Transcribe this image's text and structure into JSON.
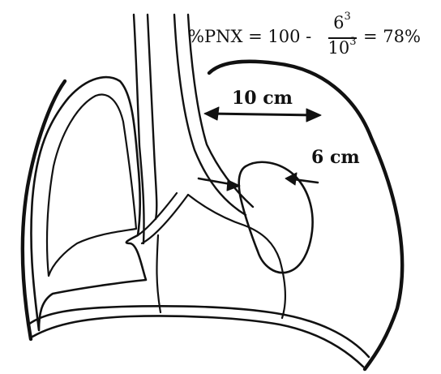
{
  "formula": {
    "lhs": "%PNX = 100 -",
    "numerator_base": "6",
    "numerator_exp": "3",
    "denominator_base": "10",
    "denominator_exp": "3",
    "rhs": "= 78%"
  },
  "measurements": {
    "long_label": "10 cm",
    "short_label": "6 cm"
  }
}
